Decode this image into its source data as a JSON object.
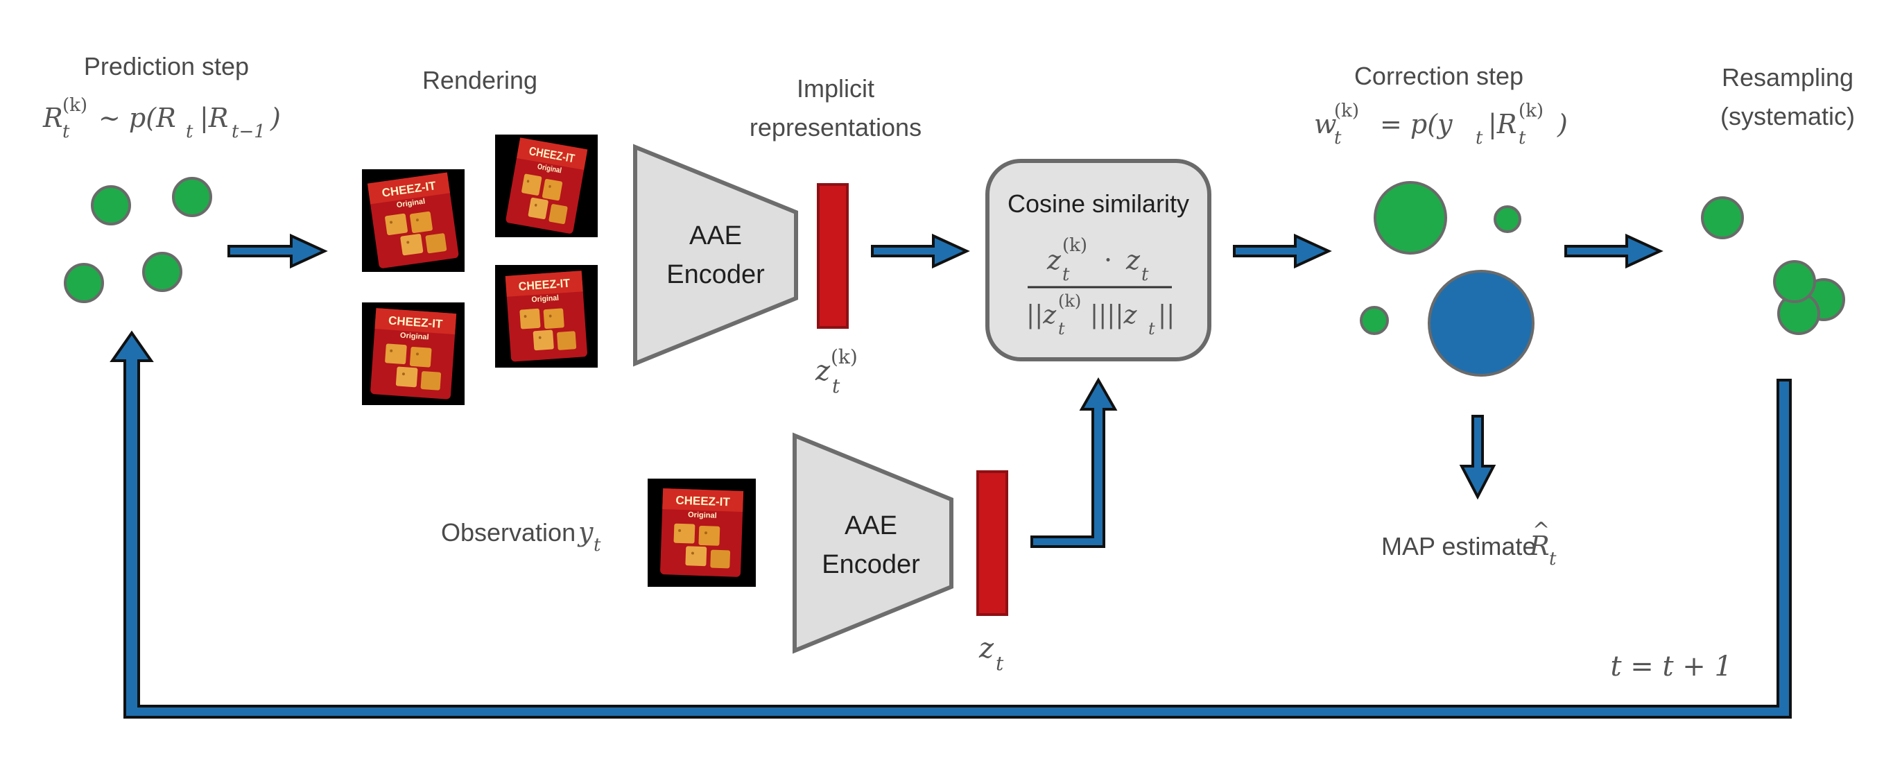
{
  "labels": {
    "prediction_title": "Prediction step",
    "rendering_title": "Rendering",
    "implicit_title_line1": "Implicit",
    "implicit_title_line2": "representations",
    "correction_title": "Correction step",
    "resampling_title_line1": "Resampling",
    "resampling_title_line2": "(systematic)",
    "encoder_top_line1": "AAE",
    "encoder_top_line2": "Encoder",
    "encoder_bottom_line1": "AAE",
    "encoder_bottom_line2": "Encoder",
    "cosine_title": "Cosine similarity",
    "observation_label": "Observation",
    "map_label": "MAP estimate"
  },
  "math": {
    "prediction_R": "R",
    "prediction_sub_t": "t",
    "prediction_sup_k": "(k)",
    "prediction_rhs": "~ p(R",
    "prediction_rhs_sub": "t",
    "prediction_rhs_mid": "|R",
    "prediction_rhs_sub2": "t−1",
    "prediction_rhs_end": ")",
    "correction_w": "w",
    "correction_sub_t": "t",
    "correction_sup_k": "(k)",
    "correction_rhs": "= p(y",
    "correction_rhs_sub": "t",
    "correction_rhs_mid": "|R",
    "correction_rhs_sub2": "t",
    "correction_rhs_sup": "(k)",
    "correction_rhs_end": ")",
    "z_k_main": "z",
    "z_k_sub": "t",
    "z_k_sup": "(k)",
    "z_t_main": "z",
    "z_t_sub": "t",
    "obs_y": "y",
    "obs_y_sub": "t",
    "map_R": "R",
    "map_hat": "^",
    "map_sub": "t",
    "cos_num_z": "z",
    "cos_num_sub": "t",
    "cos_num_sup": "(k)",
    "cos_num_dot": "·",
    "cos_num_z2": "z",
    "cos_num_sub2": "t",
    "cos_den_open": "||z",
    "cos_den_sub": "t",
    "cos_den_sup": "(k)",
    "cos_den_mid": "||||z",
    "cos_den_sub2": "t",
    "cos_den_close": "||",
    "time_update": "t = t + 1"
  },
  "product_brand": "CHEEZ-IT",
  "product_subtitle": "Original",
  "colors": {
    "particle_green": "#1fab4a",
    "particle_blue": "#1f6fae",
    "particle_stroke": "#6a6a6a",
    "arrow_blue": "#1f6fae",
    "arrow_outline": "#111111",
    "latent_red": "#c9161b",
    "encoder_fill": "#dedede",
    "encoder_stroke": "#6d6d6d",
    "box_fill": "#e2e2e2"
  },
  "icons": {
    "flow_arrow": "arrow-right-icon",
    "map_arrow": "arrow-down-icon",
    "feedback_loop": "loop-arrow-icon"
  }
}
